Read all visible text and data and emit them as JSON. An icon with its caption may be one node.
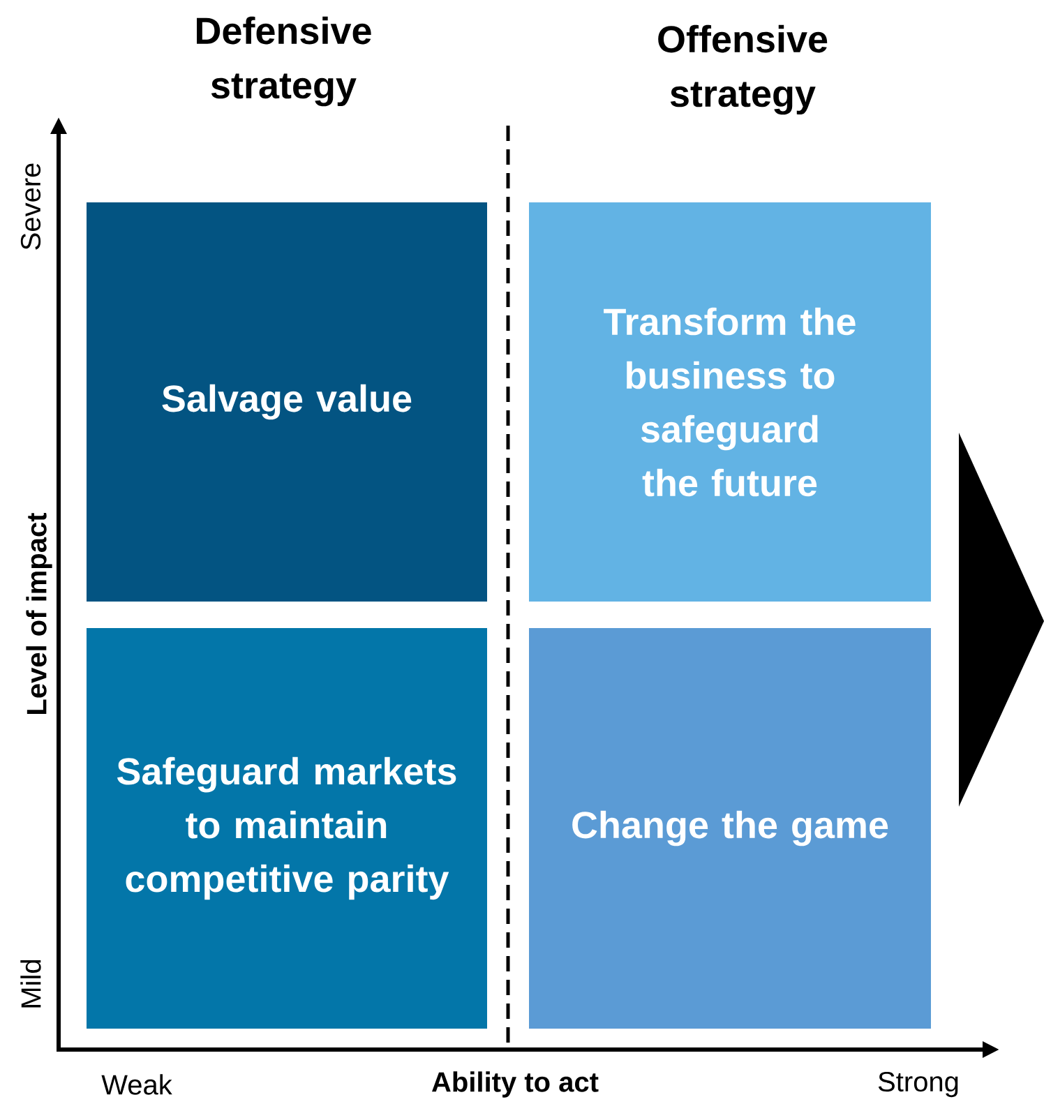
{
  "diagram": {
    "nodes": [
      {
        "text": [
          "Salvage value"
        ]
      },
      {
        "text": [
          "Transform the business to safeguard the future"
        ]
      },
      {
        "text": [
          "Safeguard markets to maintain competitive parity"
        ]
      },
      {
        "text": [
          "Change the game"
        ]
      }
    ],
    "labels": [
      "Defensive strategy",
      "Offensive strategy",
      "Severe",
      "Level of impact",
      "Mild",
      "Weak",
      "Ability to act",
      "Strong"
    ]
  }
}
